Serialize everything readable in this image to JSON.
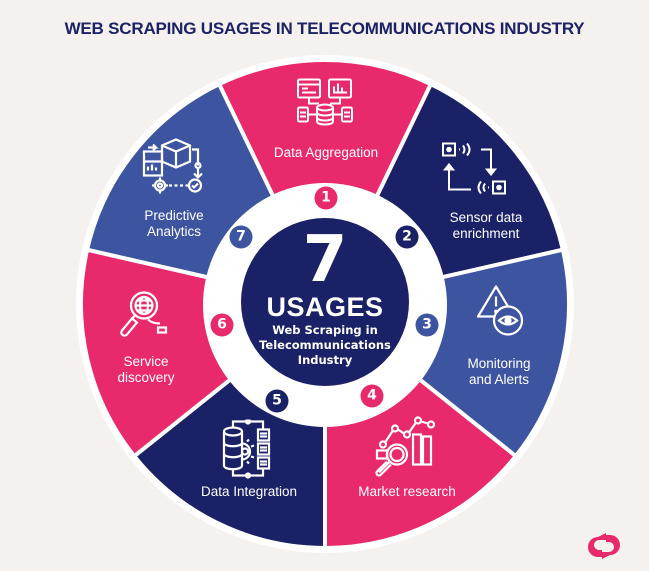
{
  "title": "WEB SCRAPING USAGES IN TELECOMMUNICATIONS INDUSTRY",
  "colors": {
    "background": "#f5f1ee",
    "navy": "#1a2166",
    "blue": "#3d54a0",
    "pink": "#e8296b",
    "white": "#ffffff"
  },
  "center": {
    "number": "7",
    "headline": "USAGES",
    "subtitle_line1": "Web Scraping in",
    "subtitle_line2": "Telecommunications",
    "subtitle_line3": "Industry"
  },
  "segments": [
    {
      "number": "1",
      "line1": "Data Aggregation",
      "line2": "",
      "color": "#e8296b",
      "icon": "data-aggregation-icon"
    },
    {
      "number": "2",
      "line1": "Sensor data",
      "line2": "enrichment",
      "color": "#1a2166",
      "icon": "sensor-loop-icon"
    },
    {
      "number": "3",
      "line1": "Monitoring",
      "line2": "and Alerts",
      "color": "#3d54a0",
      "icon": "alert-eye-icon"
    },
    {
      "number": "4",
      "line1": "Market research",
      "line2": "",
      "color": "#e8296b",
      "icon": "market-chart-magnifier-icon"
    },
    {
      "number": "5",
      "line1": "Data Integration",
      "line2": "",
      "color": "#1a2166",
      "icon": "database-gear-integration-icon"
    },
    {
      "number": "6",
      "line1": "Service",
      "line2": "discovery",
      "color": "#e8296b",
      "icon": "globe-magnifier-icon"
    },
    {
      "number": "7",
      "line1": "Predictive",
      "line2": "Analytics",
      "color": "#3d54a0",
      "icon": "predictive-cube-gear-icon"
    }
  ],
  "logo": "brand-logo-icon"
}
